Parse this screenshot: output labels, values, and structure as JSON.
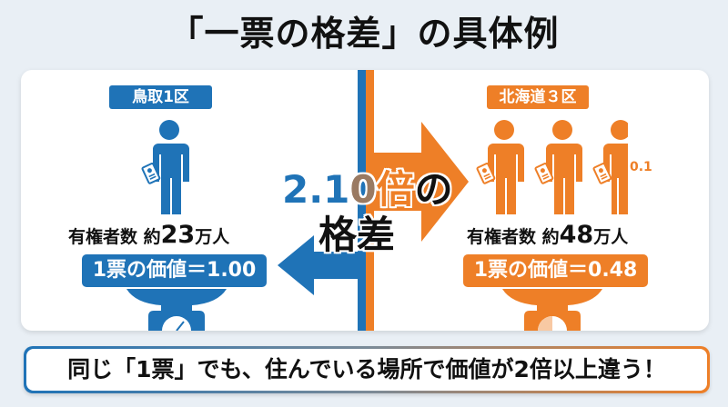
{
  "title": "「一票の格差」の具体例",
  "left": {
    "district": "鳥取1区",
    "voters_prefix": "有権者数 約",
    "voters_number": "23",
    "voters_suffix": "万人",
    "value_label": "1票の価値＝1.00",
    "color": "#1f73b7",
    "person_count": 1
  },
  "right": {
    "district": "北海道３区",
    "voters_prefix": "有権者数 約",
    "voters_number": "48",
    "voters_suffix": "万人",
    "value_label": "1票の価値＝0.48",
    "color": "#ee7f27",
    "person_count": 3,
    "fraction_label": "0.1"
  },
  "center": {
    "ratio_part1": "2.1",
    "ratio_part2": "0",
    "ratio_unit": "倍",
    "ratio_particle": "の",
    "gap_label": "格差"
  },
  "banner": {
    "text": "同じ「1票」でも、住んでいる場所で価値が2倍以上違う！"
  },
  "colors": {
    "blue": "#1f73b7",
    "orange": "#ee7f27",
    "background": "#e9eff5"
  }
}
